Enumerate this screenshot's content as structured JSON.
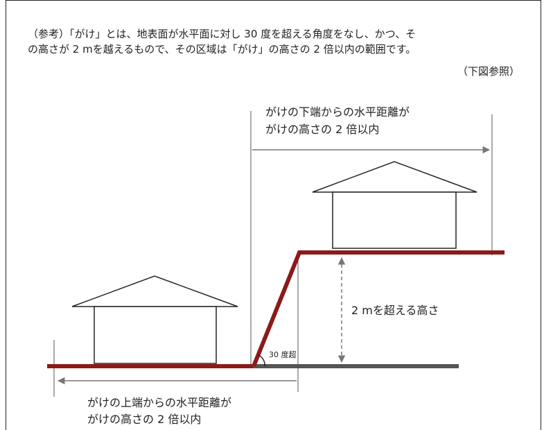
{
  "note": {
    "line1": "（参考）「がけ」とは、地表面が水平面に対し 30 度を超える角度をなし、かつ、そ",
    "line2": "の高さが 2 mを越えるもので、その区域は「がけ」の高さの 2 倍以内の範囲です。",
    "ref": "（下図参照）"
  },
  "labels": {
    "upper_distance_line1": "がけの下端からの水平距離が",
    "upper_distance_line2": "がけの高さの 2 倍以内",
    "height": "2 mを超える高さ",
    "angle": "30 度超",
    "lower_distance_line1": "がけの上端からの水平距離が",
    "lower_distance_line2": "がけの高さの 2 倍以内"
  },
  "colors": {
    "ground": "#8b1a1a",
    "base": "#555555",
    "arrow": "#777777",
    "outline": "#222222"
  }
}
